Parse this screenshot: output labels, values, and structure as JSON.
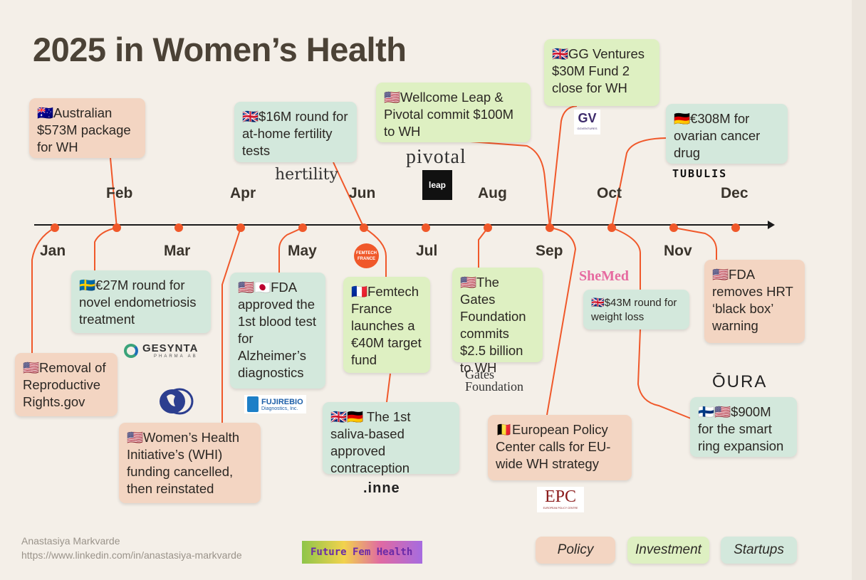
{
  "title": "2025 in Women’s Health",
  "months_top": [
    "Feb",
    "Apr",
    "Jun",
    "Aug",
    "Oct",
    "Dec"
  ],
  "months_bottom": [
    "Jan",
    "Mar",
    "May",
    "Jul",
    "Sep",
    "Nov"
  ],
  "cards": {
    "australia": "🇦🇺Australian $573M package for WH",
    "gesynta": "🇸🇪€27M round for novel endometriosis treatment",
    "rrgov": "🇺🇸Removal of Reproductive Rights.gov",
    "whi": "🇺🇸Women’s Health Initiative’s (WHI) funding cancelled, then reinstated",
    "hertility": "🇬🇧$16M round for at-home fertility tests",
    "fda_alz": "🇺🇸🇯🇵FDA approved the 1st blood test for Alzheimer’s diagnostics",
    "femtech_france": "🇫🇷Femtech France launches a €40M target fund",
    "wellcome": "🇺🇸Wellcome Leap & Pivotal commit $100M to WH",
    "saliva": "🇬🇧🇩🇪 The 1st saliva-based approved contraception",
    "gates": "🇺🇸The Gates Foundation commits $2.5 billion to WH",
    "gg": "🇬🇧GG Ventures $30M Fund 2 close for WH",
    "epc": "🇧🇪European Policy Center calls for EU-wide WH strategy",
    "tubulis": "🇩🇪€308M for ovarian cancer drug",
    "shemed": "🇬🇧$43M round for weight loss",
    "hrt": "🇺🇸FDA removes HRT ‘black box’ warning",
    "oura": "🇫🇮🇺🇸$900M for the smart ring expansion"
  },
  "logos": {
    "gesynta": "GESYNTA",
    "gesynta_sub": "PHARMA AB",
    "hertility": "hertility",
    "pivotal": "pivotal",
    "leap": "leap",
    "femtech_france_1": "FEMTECH",
    "femtech_france_2": "FRANCE",
    "fujirebio": "FUJIREBIO",
    "fujirebio_sub": "Diagnostics, Inc.",
    "inne": ".inne",
    "gates_1": "Gates",
    "gates_2": "Foundation",
    "gg": "GV",
    "gg_sub": "GGVENTURES",
    "epc": "EPC",
    "epc_sub": "EUROPEAN POLICY CENTRE",
    "tubulis": "TUBULIS",
    "shemed": "SheMed",
    "oura": "ŌURA"
  },
  "legend": {
    "policy": "Policy",
    "investment": "Investment",
    "startups": "Startups"
  },
  "credit": {
    "name": "Anastasiya Markvarde",
    "url": "https://www.linkedin.com/in/anastasiya-markvarde"
  },
  "badge": "Future Fem Health",
  "colors": {
    "background": "#f4efe8",
    "accent_orange": "#f0582a",
    "policy": "#f3d5c2",
    "investment": "#def0c2",
    "startups": "#d3e8dc"
  }
}
